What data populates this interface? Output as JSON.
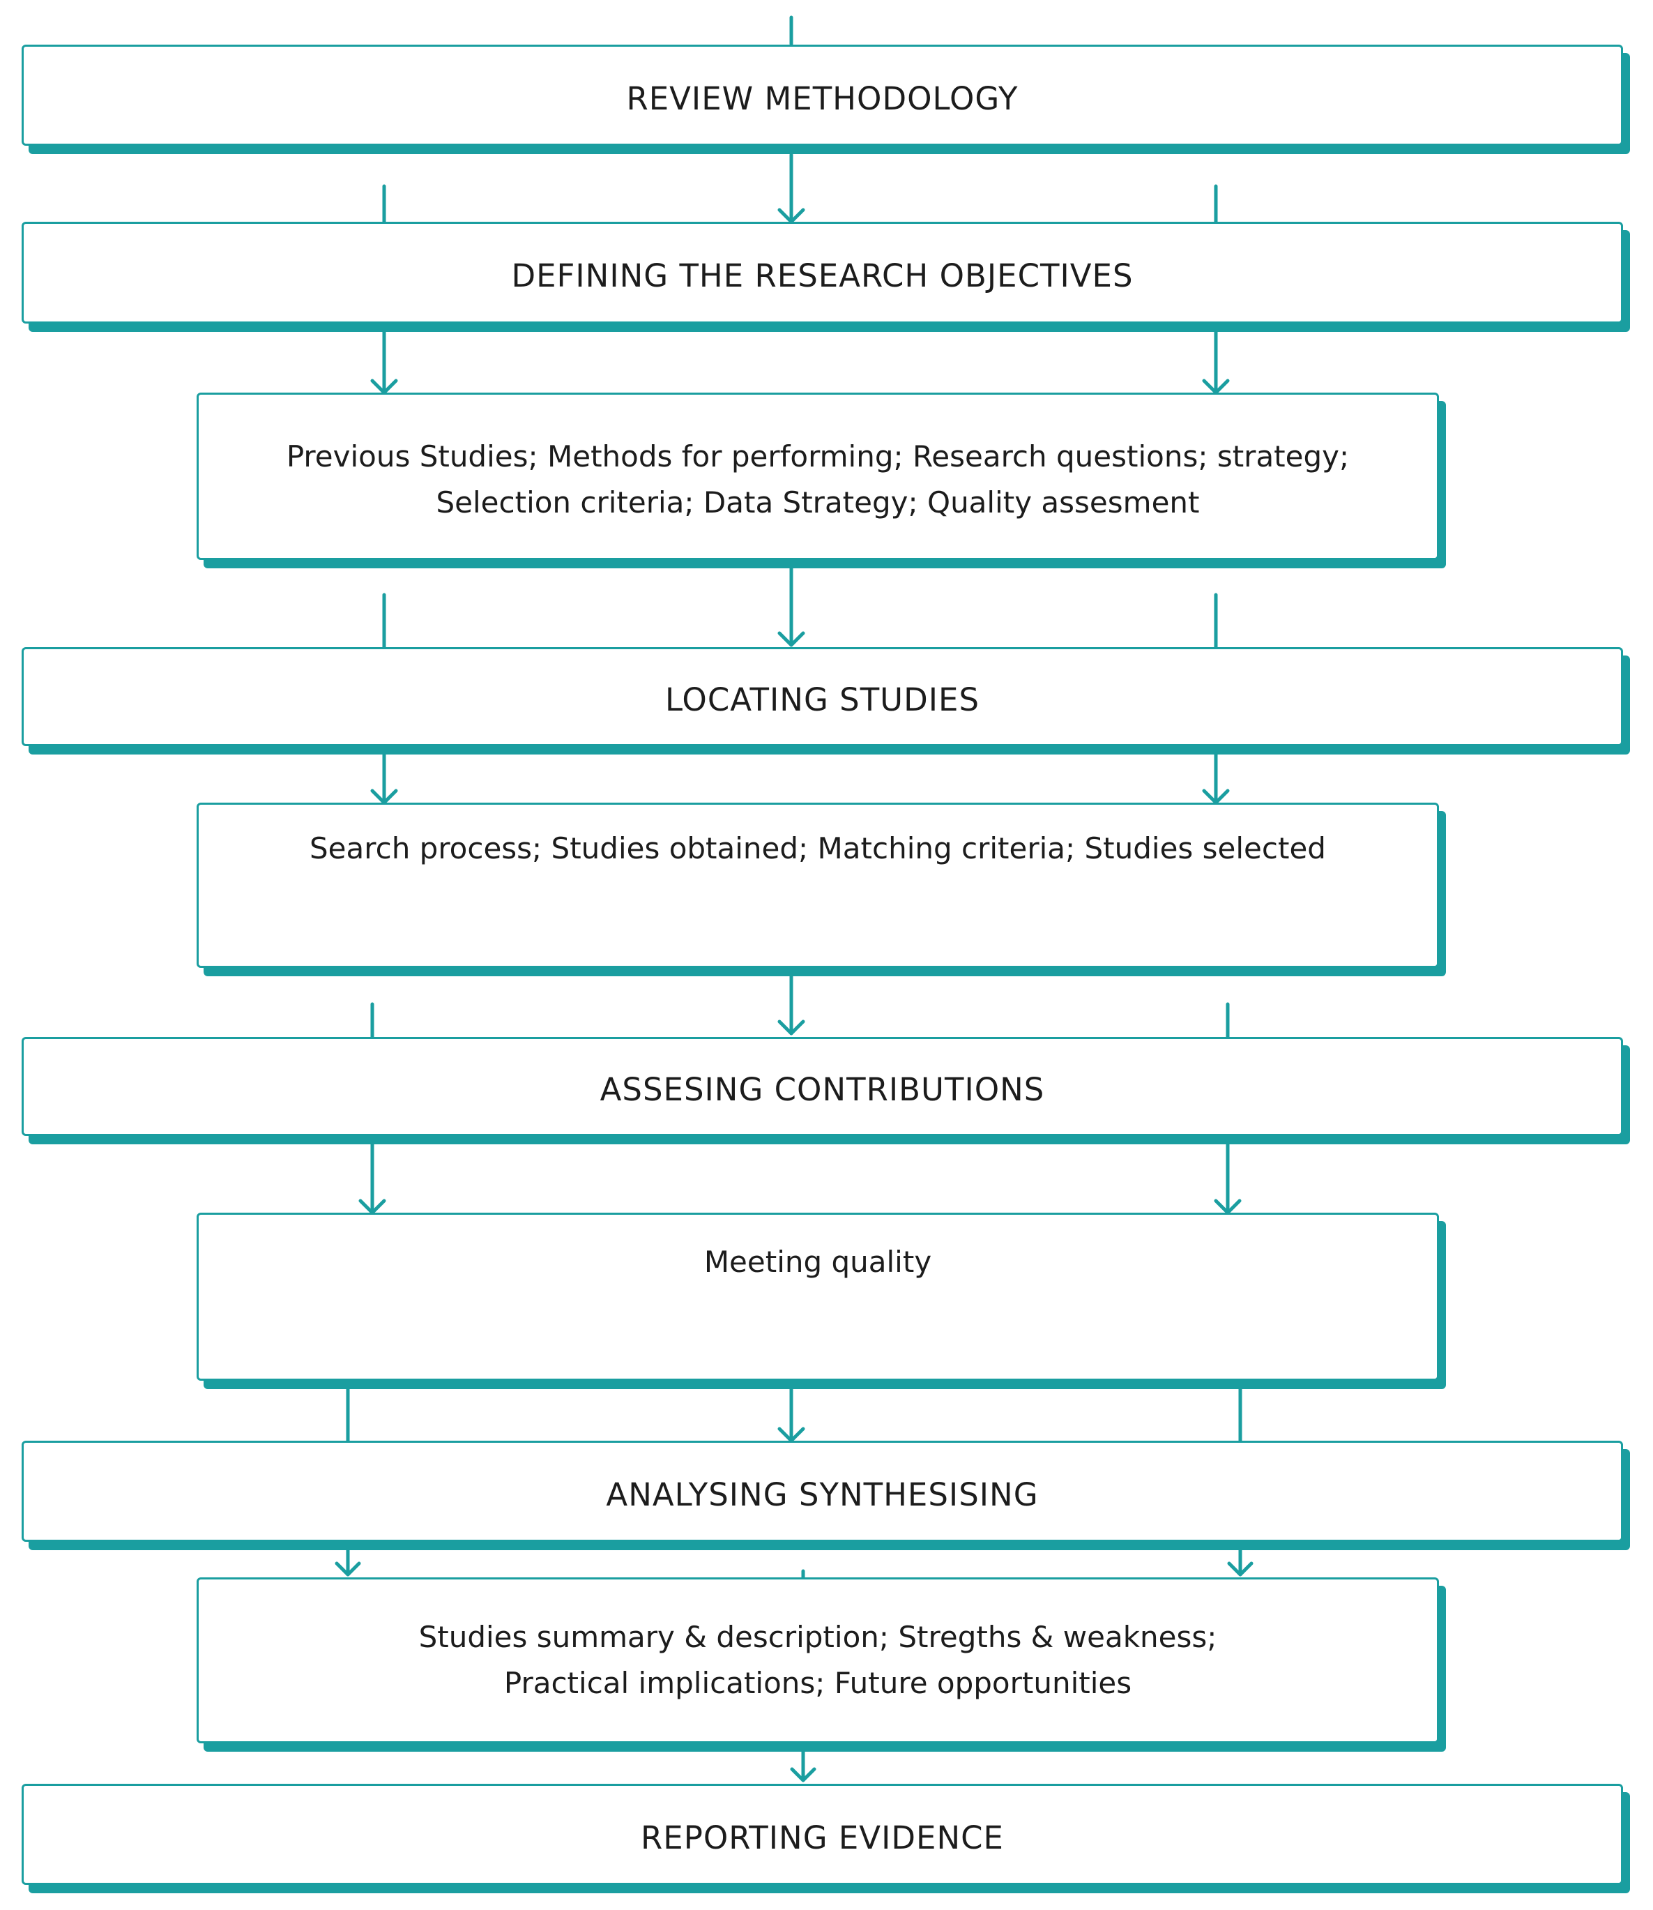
{
  "colors": {
    "accent": "#1a9ea0",
    "text": "#1c1c1c",
    "background": "#ffffff"
  },
  "stages": {
    "review_methodology": "REVIEW METHODOLOGY",
    "defining_objectives": "DEFINING THE RESEARCH OBJECTIVES",
    "locating_studies": "LOCATING STUDIES",
    "assesing_contributions": "ASSESING CONTRIBUTIONS",
    "analysing_synthesising": "ANALYSING SYNTHESISING",
    "reporting_evidence": "REPORTING EVIDENCE"
  },
  "details": {
    "objectives_detail": "Previous Studies; Methods for performing; Research questions; strategy;\nSelection criteria; Data Strategy; Quality assesment",
    "locating_detail": "Search process; Studies obtained; Matching criteria; Studies selected",
    "assesing_detail": "Meeting quality",
    "analysing_detail": "Studies summary & description; Stregths & weakness;\nPractical implications; Future opportunities"
  }
}
